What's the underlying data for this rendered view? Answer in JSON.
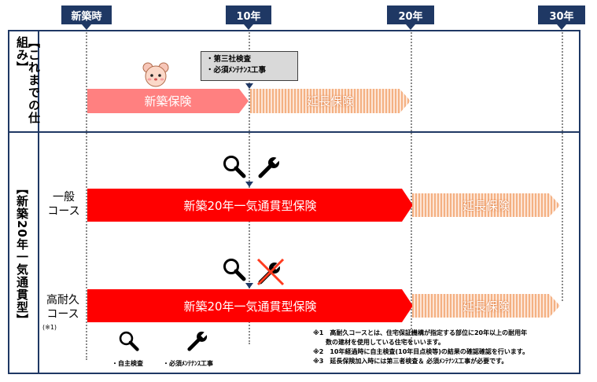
{
  "milestones": {
    "m0": "新築時",
    "m10": "10年",
    "m20": "20年",
    "m30": "30年"
  },
  "sections": {
    "legacy_label": "【これまでの仕組み】",
    "new_label": "【新築20年一気通貫型】"
  },
  "legacy": {
    "callout_line1": "・第三社検査",
    "callout_line2": "・必須ﾒﾝﾃﾅﾝｽ工事",
    "new_insurance": "新築保険",
    "extension": "延長保険"
  },
  "general": {
    "label_line1": "一般",
    "label_line2": "コース",
    "main_bar": "新築20年一気通貫型保険",
    "extension": "延長保険"
  },
  "durable": {
    "label_line1": "高耐久",
    "label_line2": "コース",
    "label_note": "(※1)",
    "main_bar": "新築20年一気通貫型保険",
    "extension": "延長保険"
  },
  "legend": {
    "self_inspection": "・自主検査",
    "maintenance": "・必須ﾒﾝﾃﾅﾝｽ工事"
  },
  "notes": [
    "※1　高耐久コースとは、住宅保証機構が指定する部位に20年以上の耐用年",
    "　　数の建材を使用している住宅をいいます。",
    "※2　10年経過時に自主検査(10年目点検等)の結果の確認確認を行います。",
    "※3　延長保険加入時には第三者検査＆ 必須ﾒﾝﾃﾅﾝｽ工事が必要です。"
  ],
  "colors": {
    "navy": "#1f3864",
    "red": "#ff0000",
    "pink": "#ff8080",
    "orange": "#f4b183"
  },
  "icons": [
    "magnifier-icon",
    "wrench-icon",
    "wrench-crossed-icon",
    "mascot-icon"
  ]
}
